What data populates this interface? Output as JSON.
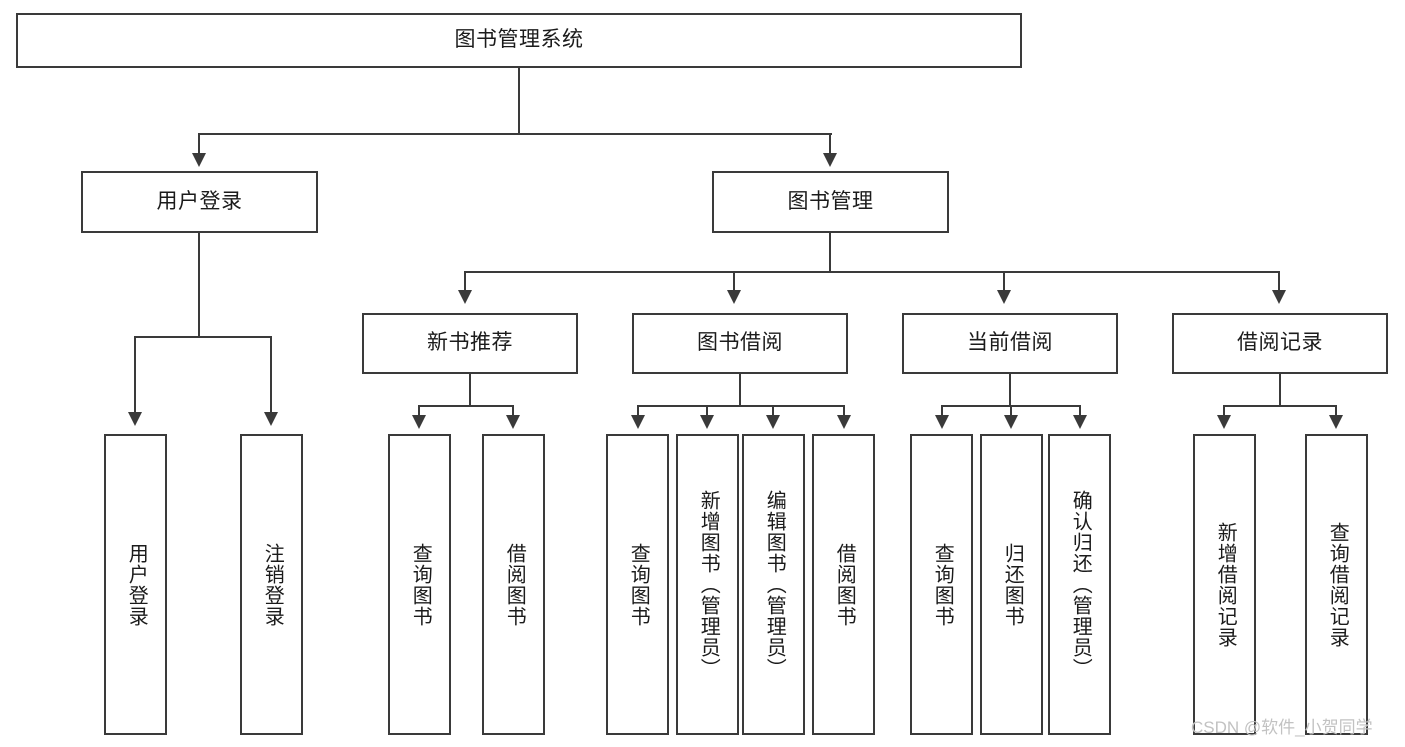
{
  "diagram": {
    "title_box": {
      "label": "图书管理系统"
    },
    "level1": [
      {
        "label": "用户登录"
      },
      {
        "label": "图书管理"
      }
    ],
    "level2": [
      {
        "label": "新书推荐"
      },
      {
        "label": "图书借阅"
      },
      {
        "label": "当前借阅"
      },
      {
        "label": "借阅记录"
      }
    ],
    "leaves": {
      "user_login": [
        {
          "label": "用户登录"
        },
        {
          "label": "注销登录"
        }
      ],
      "new_book_recommend": [
        {
          "label": "查询图书"
        },
        {
          "label": "借阅图书"
        }
      ],
      "book_borrow": [
        {
          "label": "查询图书"
        },
        {
          "label": "新增图书（管理员）"
        },
        {
          "label": "编辑图书（管理员）"
        },
        {
          "label": "借阅图书"
        }
      ],
      "current_borrow": [
        {
          "label": "查询图书"
        },
        {
          "label": "归还图书"
        },
        {
          "label": "确认归还（管理员）"
        }
      ],
      "borrow_record": [
        {
          "label": "新增借阅记录"
        },
        {
          "label": "查询借阅记录"
        }
      ]
    }
  },
  "watermark": {
    "text": "CSDN @软件_小贺同学"
  },
  "colors": {
    "stroke": "#3a3a3a",
    "text": "#1b1b1b",
    "background": "#ffffff",
    "watermark": "#c2c2c2"
  }
}
